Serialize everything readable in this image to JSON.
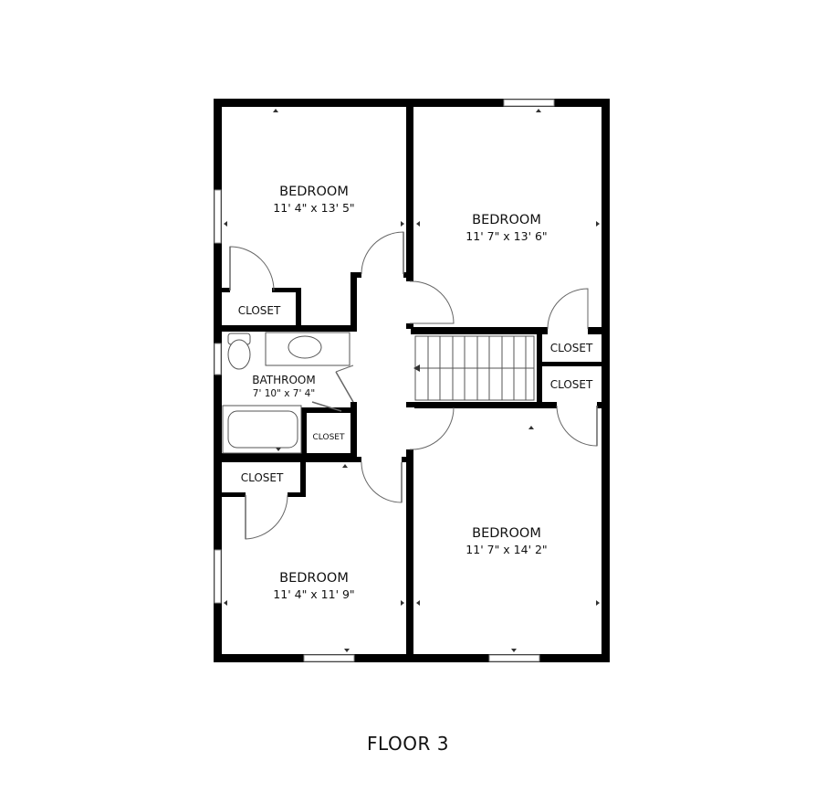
{
  "floor_title": "FLOOR 3",
  "rooms": {
    "bedroom_nw": {
      "name": "BEDROOM",
      "dims": "11' 4\" x 13' 5\""
    },
    "bedroom_ne": {
      "name": "BEDROOM",
      "dims": "11' 7\" x 13' 6\""
    },
    "bedroom_sw": {
      "name": "BEDROOM",
      "dims": "11' 4\" x 11' 9\""
    },
    "bedroom_se": {
      "name": "BEDROOM",
      "dims": "11' 7\" x 14' 2\""
    },
    "bathroom": {
      "name": "BATHROOM",
      "dims": "7' 10\" x 7' 4\""
    },
    "closet_nw": {
      "name": "CLOSET"
    },
    "closet_bath": {
      "name": "CLOSET"
    },
    "closet_sw": {
      "name": "CLOSET"
    },
    "closet_ne_1": {
      "name": "CLOSET"
    },
    "closet_ne_2": {
      "name": "CLOSET"
    }
  },
  "colors": {
    "wall": "#000000",
    "fixture_stroke": "#555555",
    "background": "#ffffff"
  }
}
